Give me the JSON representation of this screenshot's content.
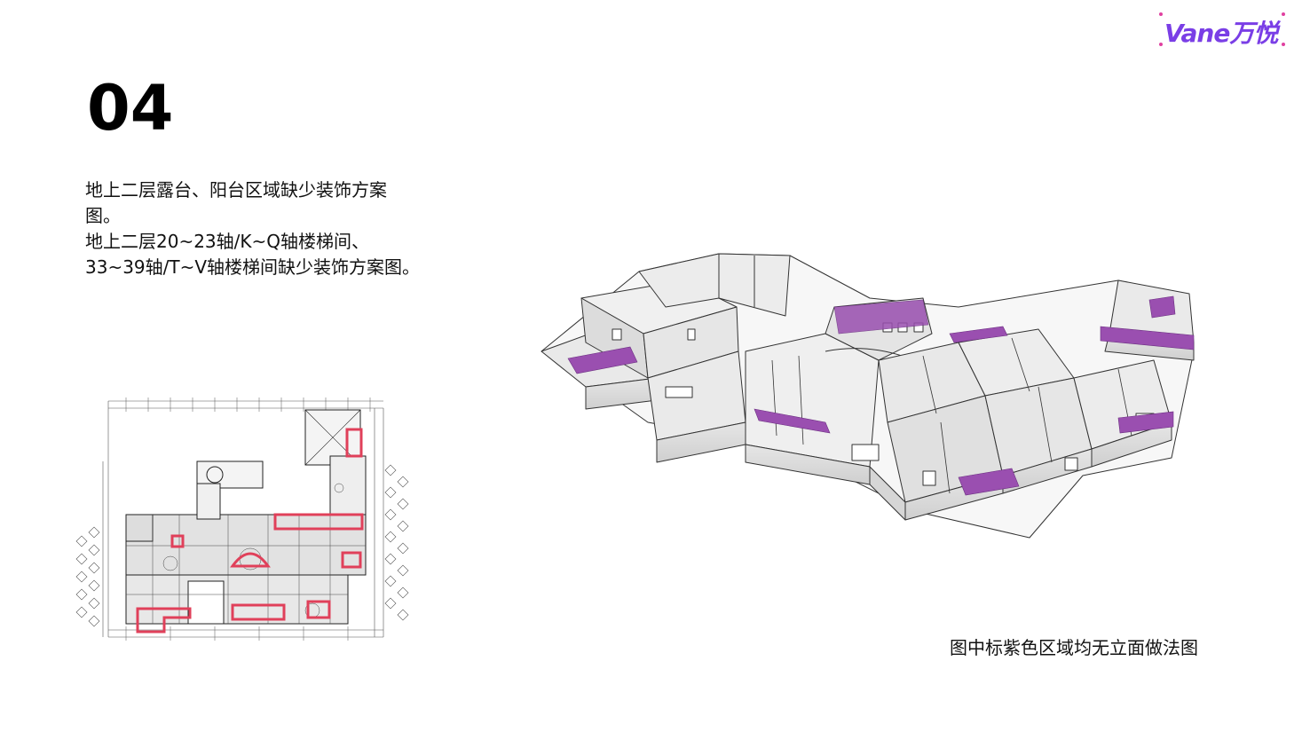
{
  "brand": {
    "logo_text": "Vane万悦",
    "accent_color": "#7a3ee6"
  },
  "page_number": "04",
  "description": {
    "line1": "地上二层露台、阳台区域缺少装饰方案",
    "line2": "图。",
    "line3": "地上二层20~23轴/K~Q轴楼梯间、",
    "line4": "33~39轴/T~V轴楼梯间缺少装饰方案图。"
  },
  "figures": {
    "floor_plan": {
      "highlight_color": "#e0405a"
    },
    "iso_model": {
      "highlight_color": "#9a4fb0"
    }
  },
  "caption": "图中标紫色区域均无立面做法图"
}
